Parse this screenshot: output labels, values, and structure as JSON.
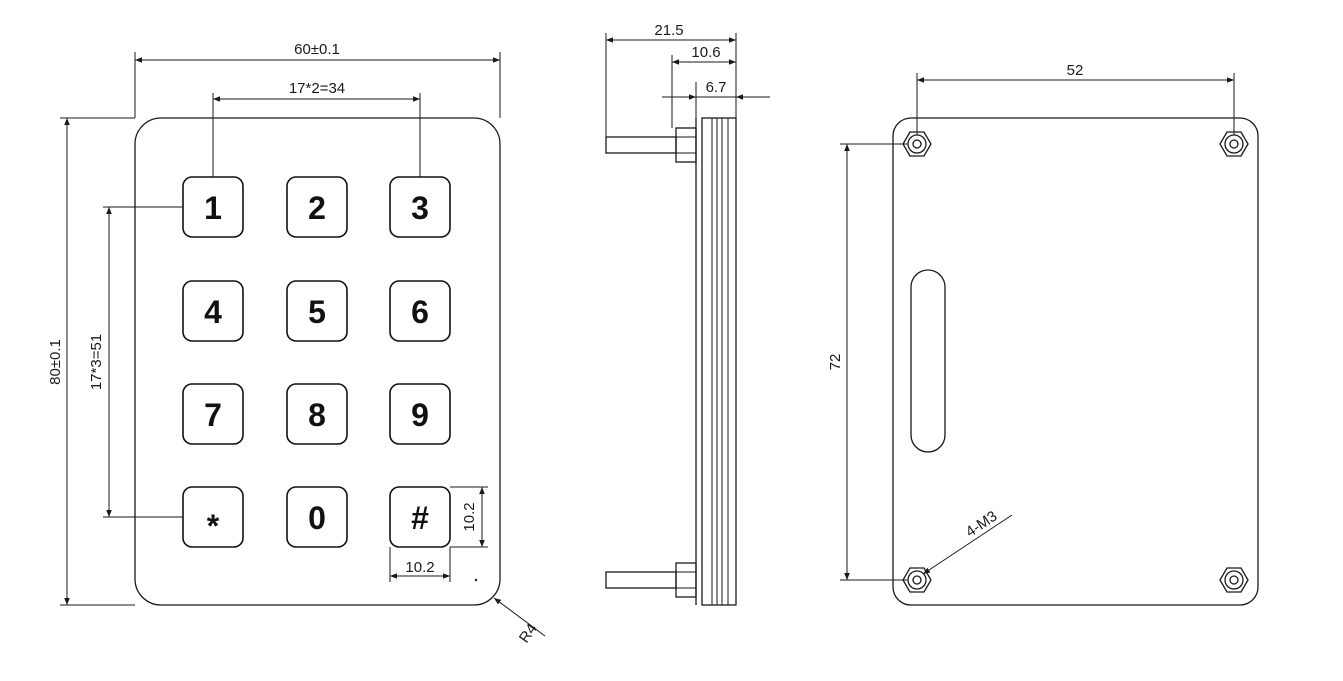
{
  "keypad": {
    "keys": [
      "1",
      "2",
      "3",
      "4",
      "5",
      "6",
      "7",
      "8",
      "9",
      "*",
      "0",
      "#"
    ]
  },
  "dimensions": {
    "width_total": "60±0.1",
    "key_pitch_horizontal": "17*2=34",
    "height_total": "80±0.1",
    "key_pitch_vertical": "17*3=51",
    "key_height": "10.2",
    "key_width": "10.2",
    "corner_radius": "R4",
    "side_depth_total": "21.5",
    "side_depth_body": "10.6",
    "side_depth_panel": "6.7",
    "back_hole_spacing_h": "52",
    "back_hole_spacing_v": "72",
    "back_holes": "4-M3"
  }
}
